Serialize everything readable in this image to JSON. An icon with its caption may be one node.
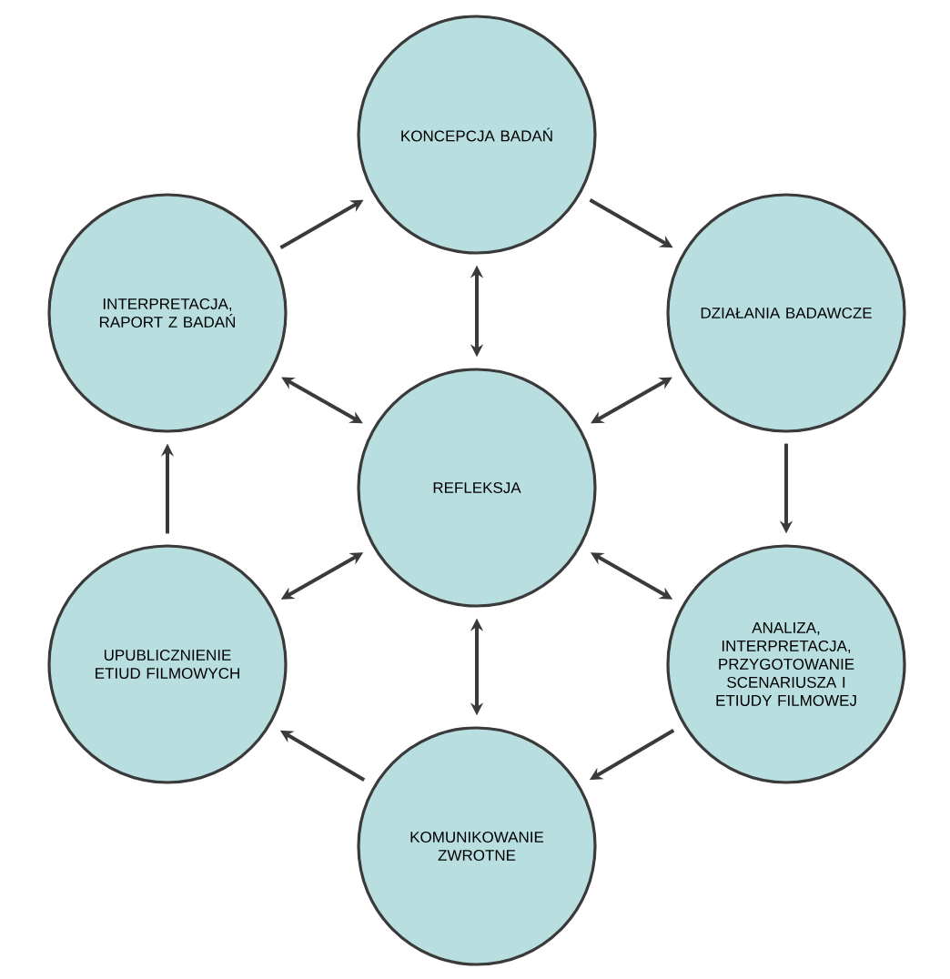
{
  "diagram": {
    "nodes": [
      {
        "text": [
          "KONCEPCJA BADAŃ"
        ]
      },
      {
        "text": [
          "DZIAŁANIA BADAWCZE"
        ]
      },
      {
        "text": [
          "ANALIZA, INTERPRETACJA, PRZYGOTOWANIE SCENARIUSZA I ETIUDY FILMOWEJ"
        ]
      },
      {
        "text": [
          "KOMUNIKOWANIE ZWROTNE"
        ]
      },
      {
        "text": [
          "UPUBLICZNIENIE ETIUD FILMOWYCH"
        ]
      },
      {
        "text": [
          "INTERPRETACJA, RAPORT Z BADAŃ"
        ]
      },
      {
        "text": [
          "REFLEKSJA"
        ]
      }
    ],
    "edges": [
      {
        "from": 0,
        "to": 1,
        "arrow": "to"
      },
      {
        "from": 1,
        "to": 2,
        "arrow": "to"
      },
      {
        "from": 2,
        "to": 3,
        "arrow": "to"
      },
      {
        "from": 3,
        "to": 4,
        "arrow": "to"
      },
      {
        "from": 4,
        "to": 5,
        "arrow": "to"
      },
      {
        "from": 5,
        "to": 0,
        "arrow": "to"
      },
      {
        "from": 6,
        "to": 0,
        "arrow": "both"
      },
      {
        "from": 6,
        "to": 1,
        "arrow": "both"
      },
      {
        "from": 6,
        "to": 2,
        "arrow": "both"
      },
      {
        "from": 6,
        "to": 3,
        "arrow": "both"
      },
      {
        "from": 6,
        "to": 4,
        "arrow": "both"
      },
      {
        "from": 6,
        "to": 5,
        "arrow": "both"
      }
    ]
  }
}
